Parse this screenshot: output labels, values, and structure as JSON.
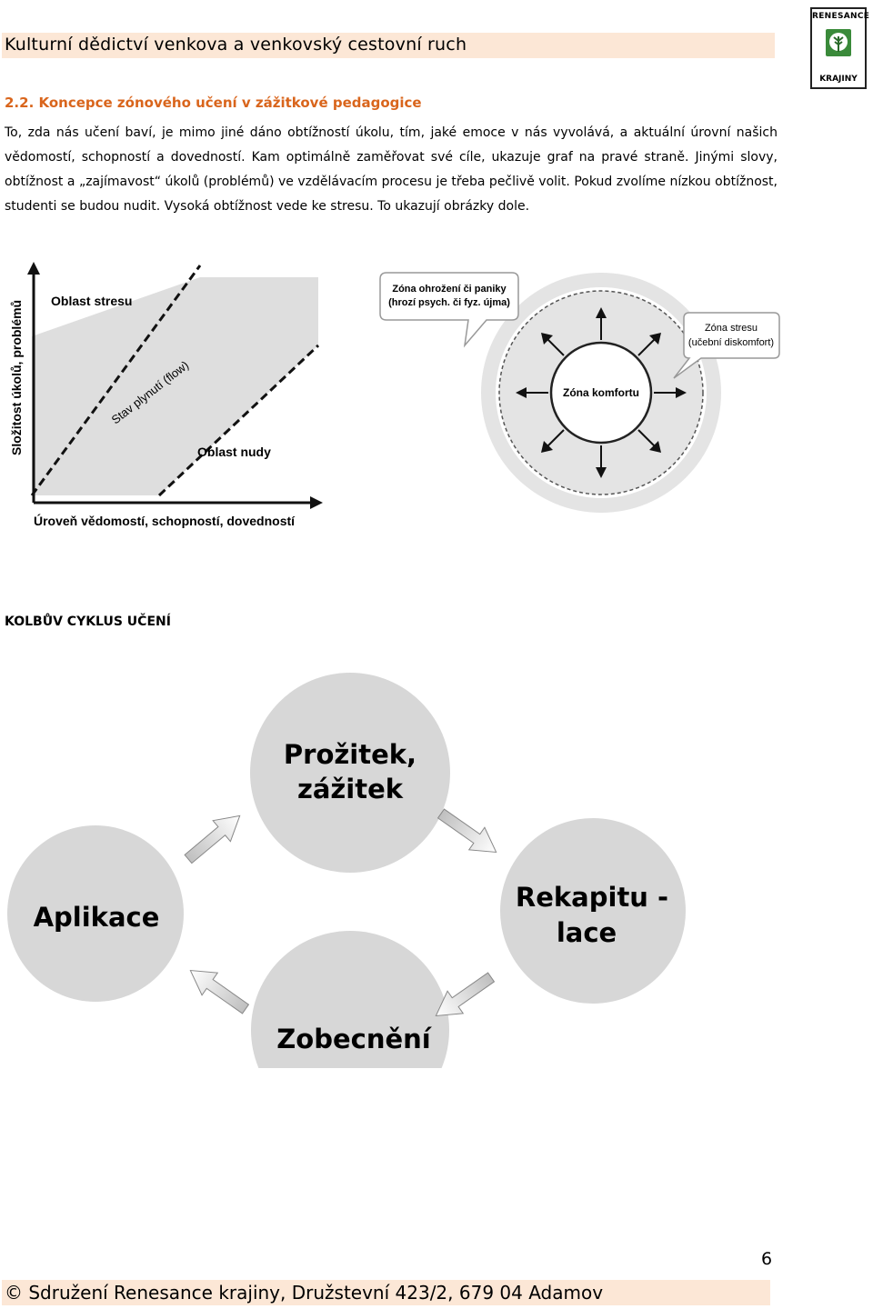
{
  "header": {
    "title": "Kulturní dědictví venkova a venkovský cestovní ruch"
  },
  "logo": {
    "top_text": "RENESANCE",
    "bottom_text": "KRAJINY"
  },
  "section": {
    "heading": "2.2. Koncepce zónového učení v zážitkové pedagogice",
    "paragraph": "To, zda nás učení baví, je mimo jiné dáno obtížností úkolu, tím, jaké emoce v nás vyvolává, a aktuální úrovní našich vědomostí, schopností a dovedností. Kam optimálně zaměřovat své cíle, ukazuje graf na pravé straně. Jinými slovy, obtížnost a „zajímavost“ úkolů (problémů) ve vzdělávacím procesu je třeba pečlivě volit. Pokud zvolíme nízkou obtížnost, studenti se budou nudit. Vysoká obtížnost vede ke stresu. To ukazují obrázky dole."
  },
  "flow_chart": {
    "y_axis_label": "Složitost úkolů, problémů",
    "x_axis_label": "Úroveň vědomostí, schopností, dovedností",
    "stress_label": "Oblast stresu",
    "flow_label": "Stav plynutí (flow)",
    "boredom_label": "Oblast nudy"
  },
  "zones": {
    "panic_line1": "Zóna ohrožení či paniky",
    "panic_line2": "(hrozí psych. či fyz. újma)",
    "stress_line1": "Zóna stresu",
    "stress_line2": "(učební diskomfort)",
    "comfort_label": "Zóna komfortu"
  },
  "kolb": {
    "heading": "KOLBŮV CYKLUS UČENÍ",
    "experience_line1": "Prožitek,",
    "experience_line2": "zážitek",
    "recap_line1": "Rekapitu -",
    "recap_line2": "lace",
    "generalization": "Zobecnění",
    "application": "Aplikace"
  },
  "footer": {
    "page_number": "6",
    "copyright": "© Sdružení Renesance krajiny, Družstevní 423/2, 679 04 Adamov"
  }
}
